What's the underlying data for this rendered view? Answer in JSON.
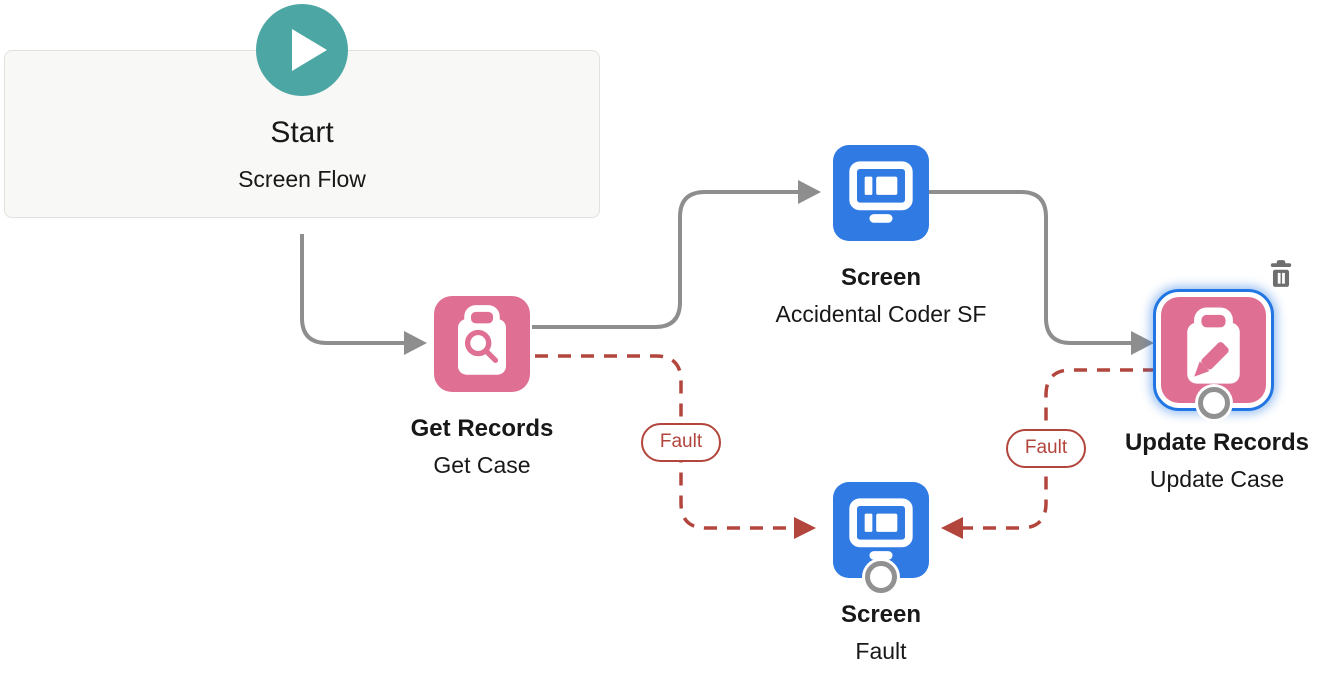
{
  "colors": {
    "canvas_bg": "#ffffff",
    "start_teal": "#4ca7a4",
    "data_pink": "#df7093",
    "screen_blue": "#307ae4",
    "fault_red": "#b2453c",
    "connector_gray": "#8e8e8e",
    "selection_blue": "#2276e3",
    "port_gray": "#919191",
    "icon_gray": "#6e6e6e",
    "text_dark": "#181818",
    "start_box_bg": "#f8f8f6",
    "start_box_border": "#e2e1de"
  },
  "nodes": {
    "start": {
      "title": "Start",
      "subtitle": "Screen Flow",
      "icon": "play-icon"
    },
    "get_records": {
      "title": "Get Records",
      "subtitle": "Get Case",
      "icon": "record-lookup-icon"
    },
    "screen_main": {
      "title": "Screen",
      "subtitle": "Accidental Coder SF",
      "icon": "screen-icon"
    },
    "update_records": {
      "title": "Update Records",
      "subtitle": "Update Case",
      "icon": "record-update-icon",
      "selected": true,
      "actions": {
        "delete_icon": "trash-icon"
      }
    },
    "screen_fault": {
      "title": "Screen",
      "subtitle": "Fault",
      "icon": "screen-icon"
    }
  },
  "connectors": {
    "start_to_get_records": {
      "type": "normal"
    },
    "get_records_to_screen_main": {
      "type": "normal"
    },
    "screen_main_to_update_records": {
      "type": "normal"
    },
    "fault_left": {
      "label": "Fault",
      "type": "fault"
    },
    "fault_right": {
      "label": "Fault",
      "type": "fault"
    }
  }
}
